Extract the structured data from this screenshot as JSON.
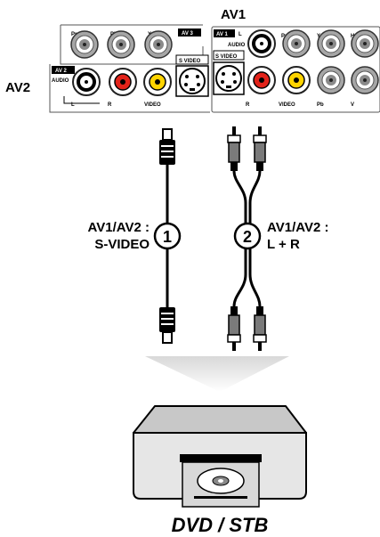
{
  "panel": {
    "av1_title": "AV1",
    "av2_side_label": "AV2",
    "av3_tag": "AV 3",
    "av2_tag": "AV 2",
    "av1_tag": "AV 1",
    "top_row_labels": [
      "Pr",
      "Pb",
      "Y"
    ],
    "av2_audio": "AUDIO",
    "av2_l": "L",
    "av2_r": "R",
    "av2_video": "VIDEO",
    "av2_svideo": "S VIDEO",
    "av1_l": "L",
    "av1_audio": "AUDIO",
    "av1_svideo": "S VIDEO",
    "av1_top_labels": [
      "Pr",
      "Y",
      "H"
    ],
    "av1_r": "R",
    "av1_video": "VIDEO",
    "av1_pb": "Pb",
    "av1_v": "V"
  },
  "cables": {
    "cable1_number": "1",
    "cable1_label_line1": "AV1/AV2 :",
    "cable1_label_line2": "S-VIDEO",
    "cable2_number": "2",
    "cable2_label_line1": "AV1/AV2 :",
    "cable2_label_line2": "L + R"
  },
  "device": {
    "label": "DVD / STB"
  },
  "colors": {
    "red": "#e2231a",
    "yellow": "#ffd400",
    "panel_grey": "#9a9a9a",
    "device_grey": "#cfcfcf"
  }
}
